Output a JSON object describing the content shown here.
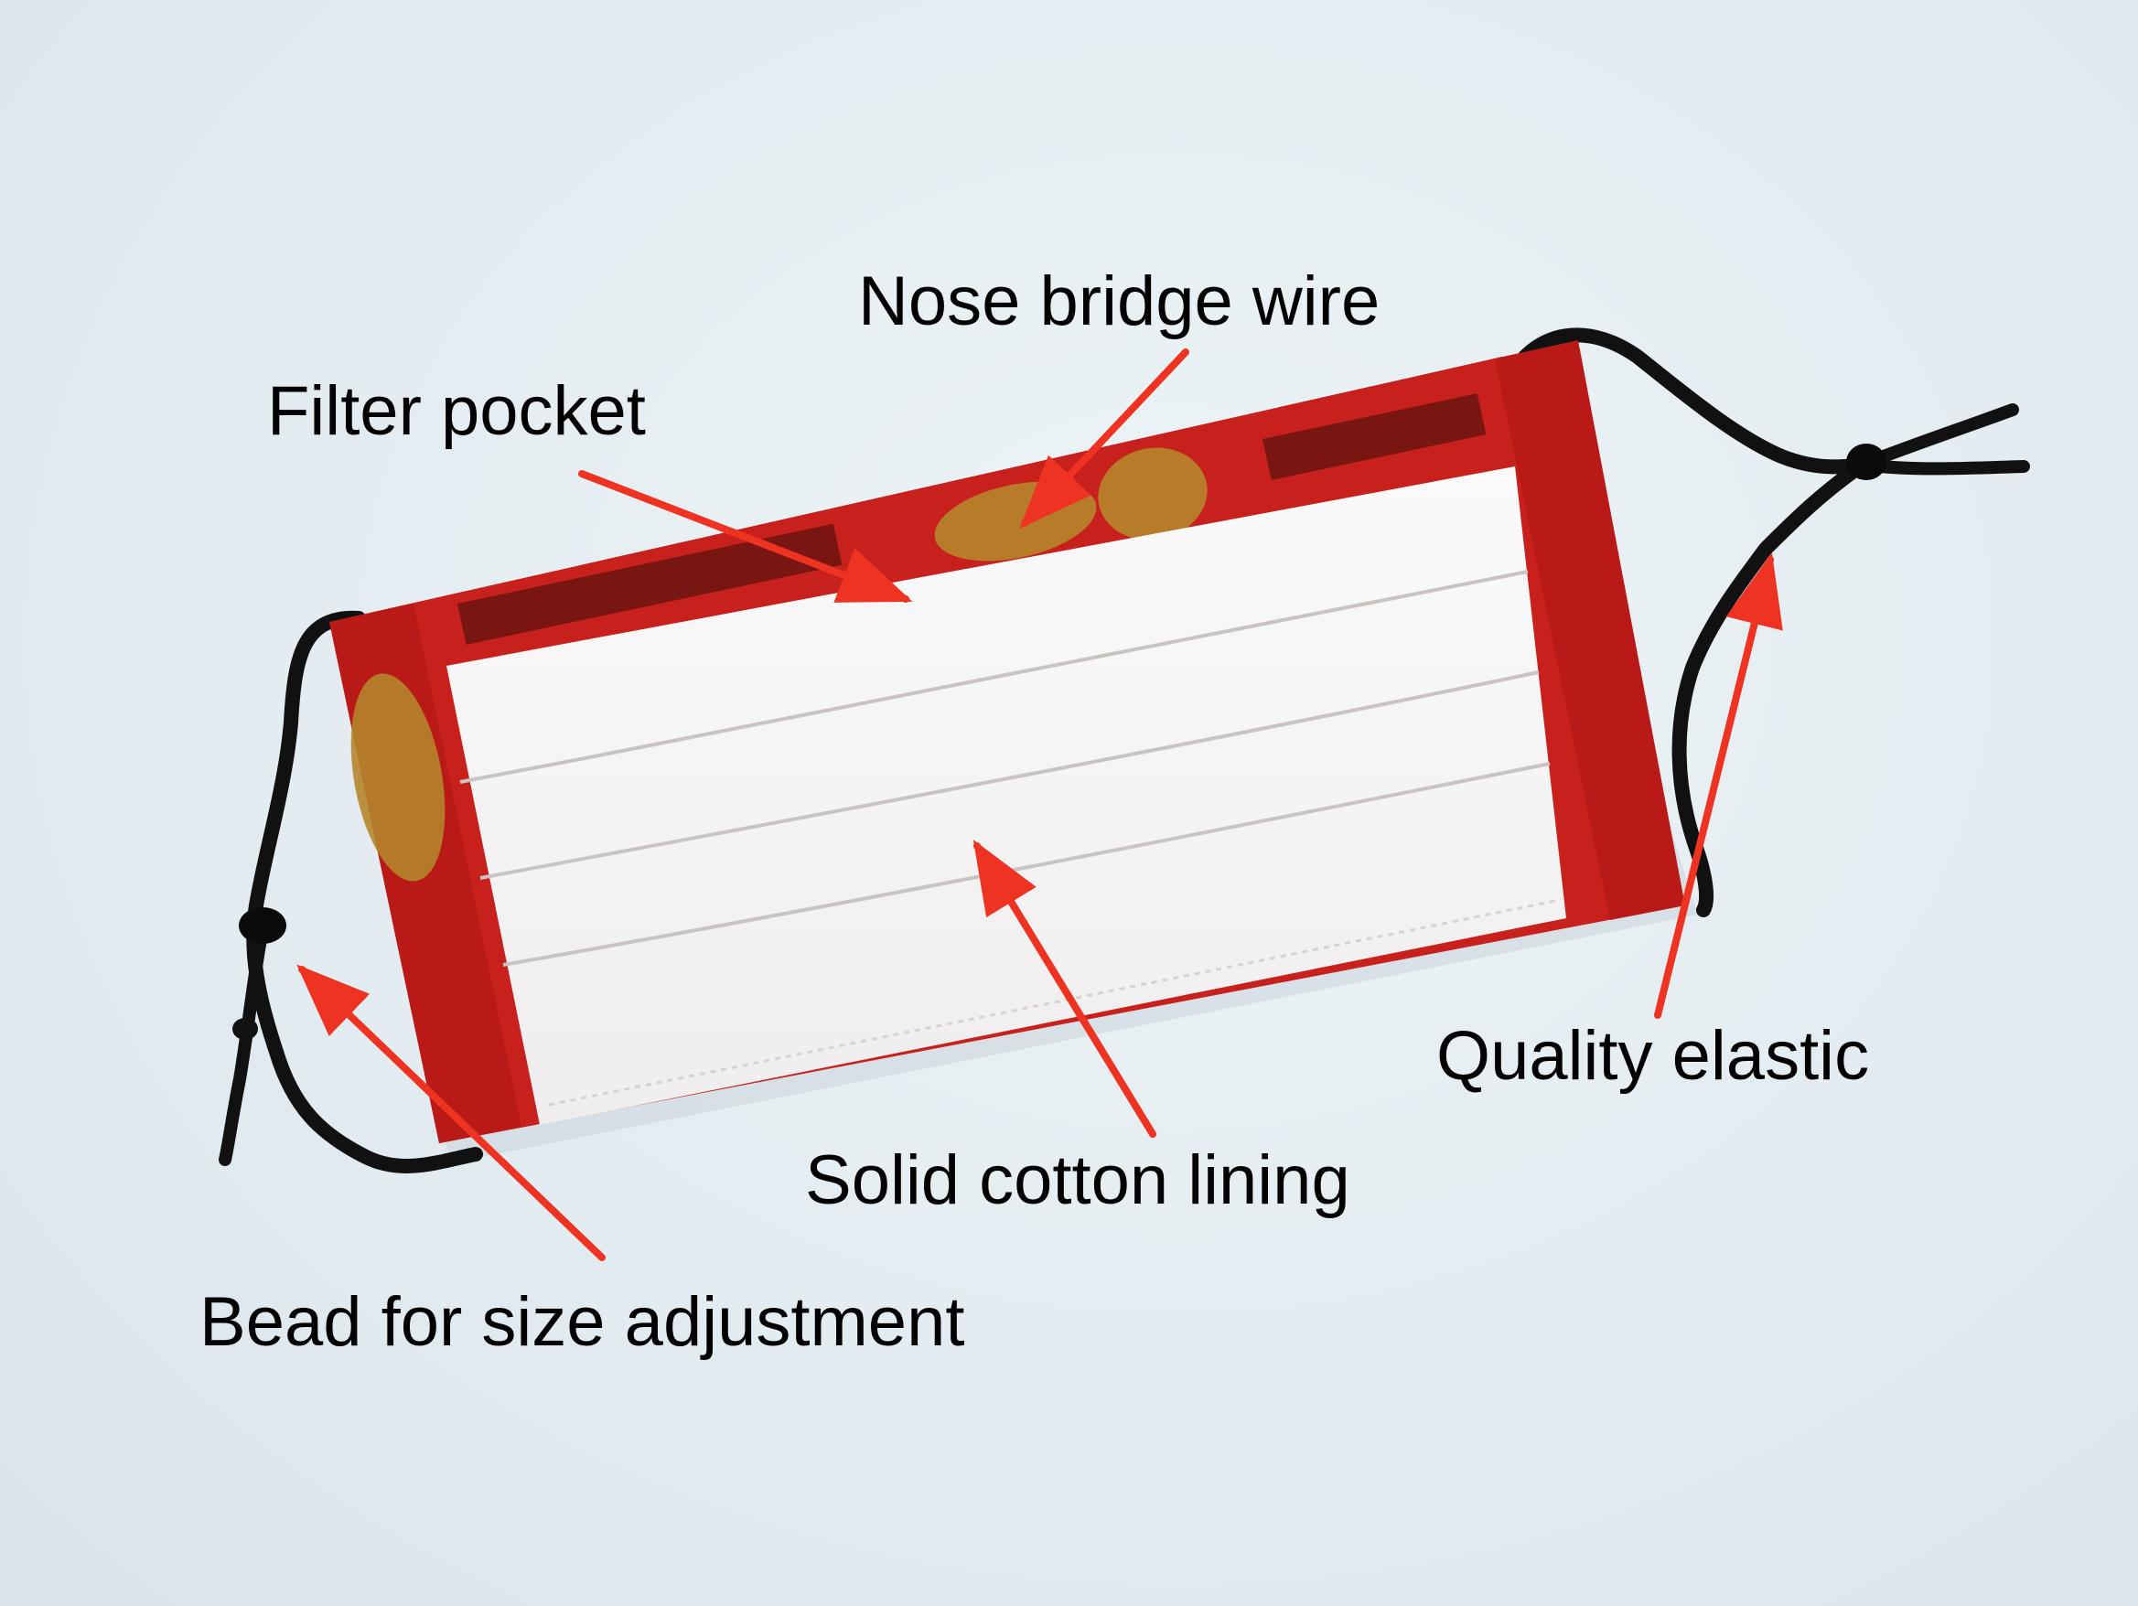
{
  "photo": {
    "subject": "fabric-face-mask",
    "colors": {
      "background": "#e4edf2",
      "fabric_red": "#c8201c",
      "lining_white": "#f6f4f2",
      "elastic_black": "#111111",
      "arrow_red": "#ee3322"
    }
  },
  "callouts": {
    "nose_bridge_wire": "Nose bridge wire",
    "filter_pocket": "Filter pocket",
    "quality_elastic": "Quality elastic",
    "solid_cotton_lining": "Solid cotton lining",
    "bead_for_size_adjustment": "Bead for size adjustment"
  }
}
